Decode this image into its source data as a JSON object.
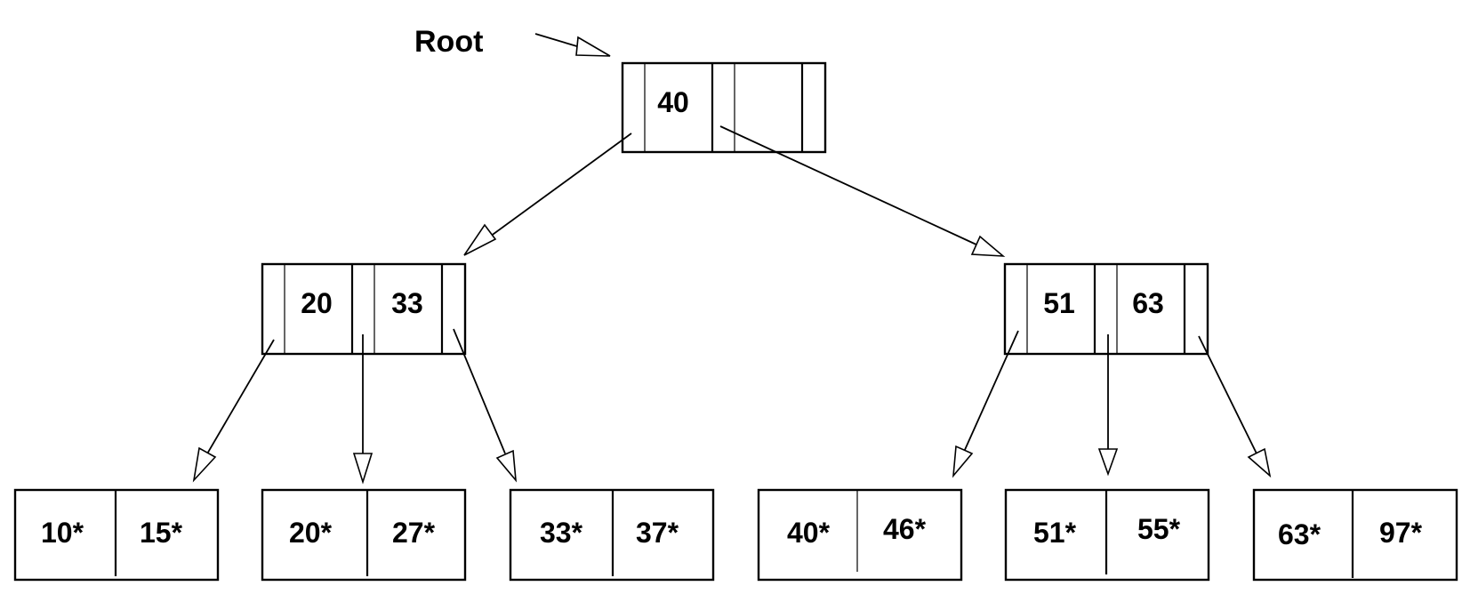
{
  "root_label": "Root",
  "root_node": {
    "keys": [
      "40",
      ""
    ]
  },
  "internal_nodes": [
    {
      "id": "left",
      "keys": [
        "20",
        "33"
      ]
    },
    {
      "id": "right",
      "keys": [
        "51",
        "63"
      ]
    }
  ],
  "leaves": [
    {
      "entries": [
        "10*",
        "15*"
      ]
    },
    {
      "entries": [
        "20*",
        "27*"
      ]
    },
    {
      "entries": [
        "33*",
        "37*"
      ]
    },
    {
      "entries": [
        "40*",
        "46*"
      ]
    },
    {
      "entries": [
        "51*",
        "55*"
      ]
    },
    {
      "entries": [
        "63*",
        "97*"
      ]
    }
  ]
}
